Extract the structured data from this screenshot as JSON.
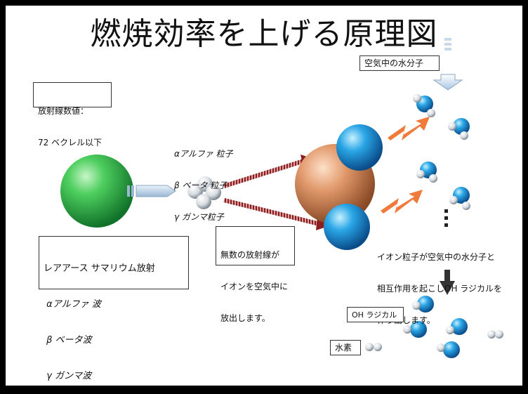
{
  "title": "燃焼効率を上げる原理図",
  "radiation_value": {
    "line1": "放射線数値：",
    "line2": "72 ベクレル以下"
  },
  "air_water_label": "空気中の水分子",
  "particles": {
    "alpha": "αアルファ 粒子",
    "beta": "β ベータ 粒子",
    "gamma": "γ ガンマ粒子"
  },
  "source_box": {
    "line1": "レアアース サマリウム放射",
    "line2": " αアルファ 波",
    "line3": " β ベータ波",
    "line4": " γ ガンマ波"
  },
  "rays_box": {
    "line1": "無数の放射線が",
    "line2": "イオンを空気中に",
    "line3": "放出します。"
  },
  "interaction_box": {
    "line1": "イオン粒子が空気中の水分子と",
    "line2": "相互作用を起こしOH ラジカルを",
    "line3": "作り出します。"
  },
  "oh_label": "OH ラジカル",
  "hydrogen_label": "水素",
  "colors": {
    "green_sphere": "#2fae45",
    "orange_sphere": "#d9895a",
    "blue_sphere": "#1a8fd6",
    "zigzag": "#f07a3a",
    "ray": "#8b1e1e"
  }
}
